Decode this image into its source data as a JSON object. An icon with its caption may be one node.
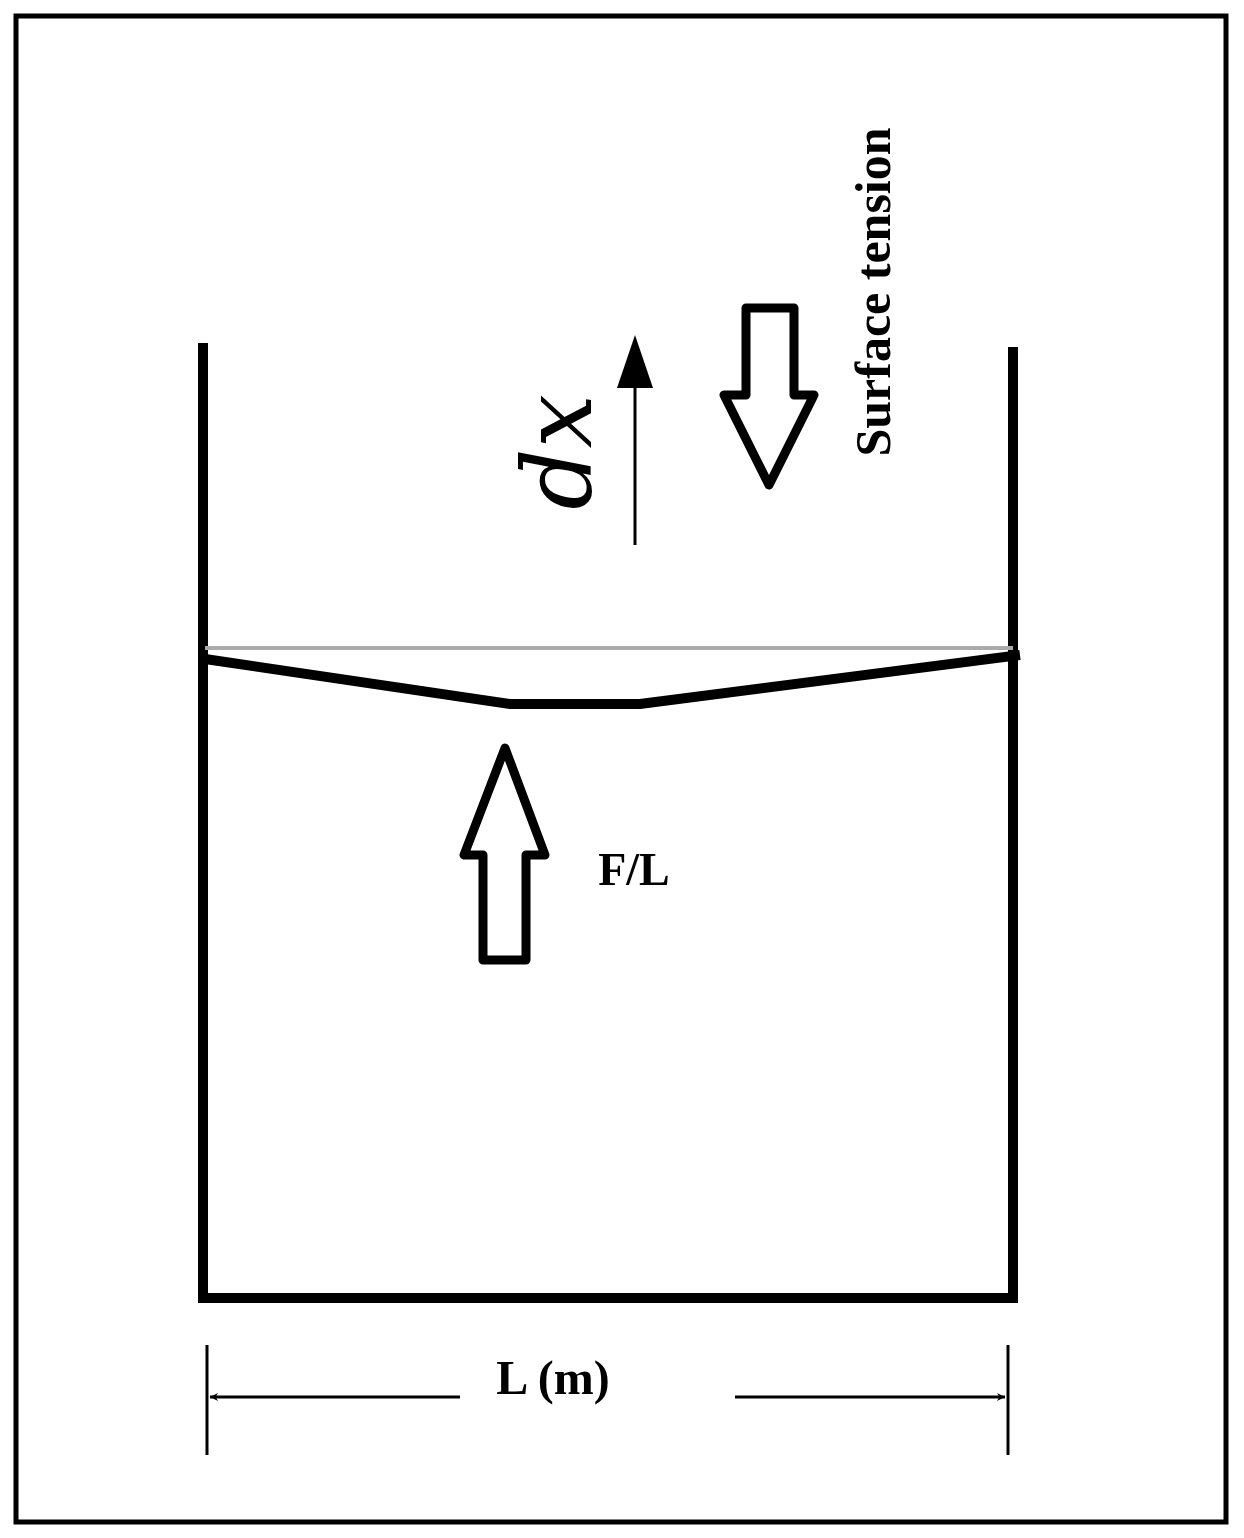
{
  "diagram": {
    "labels": [
      "Surface tension",
      "dx",
      "F/L",
      "L (m)"
    ]
  }
}
